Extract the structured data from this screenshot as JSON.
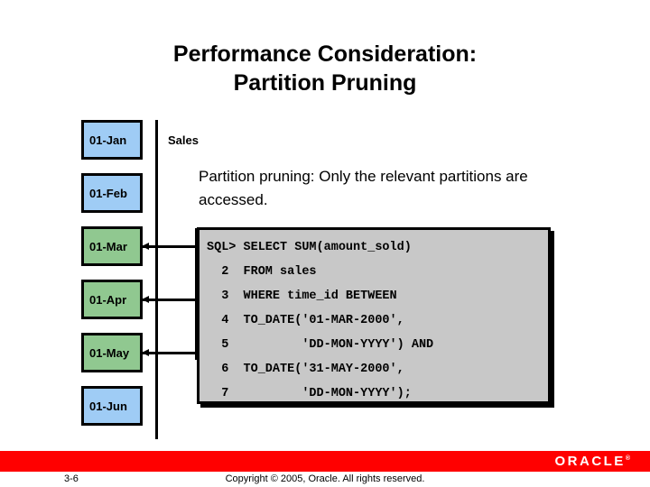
{
  "slide": {
    "title_line1": "Performance Consideration:",
    "title_line2": "Partition Pruning",
    "sales_label": "Sales",
    "body_text": "Partition pruning: Only the relevant partitions are accessed."
  },
  "partitions": {
    "items": [
      {
        "label": "01-Jan",
        "state": "not-accessed",
        "color": "#9FCCF5"
      },
      {
        "label": "01-Feb",
        "state": "not-accessed",
        "color": "#9FCCF5"
      },
      {
        "label": "01-Mar",
        "state": "accessed",
        "color": "#90C890"
      },
      {
        "label": "01-Apr",
        "state": "accessed",
        "color": "#90C890"
      },
      {
        "label": "01-May",
        "state": "accessed",
        "color": "#90C890"
      },
      {
        "label": "01-Jun",
        "state": "not-accessed",
        "color": "#9FCCF5"
      }
    ]
  },
  "sql": {
    "background": "#C8C8C8",
    "lines": [
      "SQL> SELECT SUM(amount_sold)",
      "  2  FROM sales",
      "  3  WHERE time_id BETWEEN",
      "  4  TO_DATE('01-MAR-2000',",
      "  5          'DD-MON-YYYY') AND",
      "  6  TO_DATE('31-MAY-2000',",
      "  7          'DD-MON-YYYY');"
    ]
  },
  "footer": {
    "bar_color": "#FF0000",
    "logo_text": "ORACLE",
    "logo_mark": "®",
    "page_number": "3-6",
    "copyright": "Copyright © 2005, Oracle.  All rights reserved."
  }
}
